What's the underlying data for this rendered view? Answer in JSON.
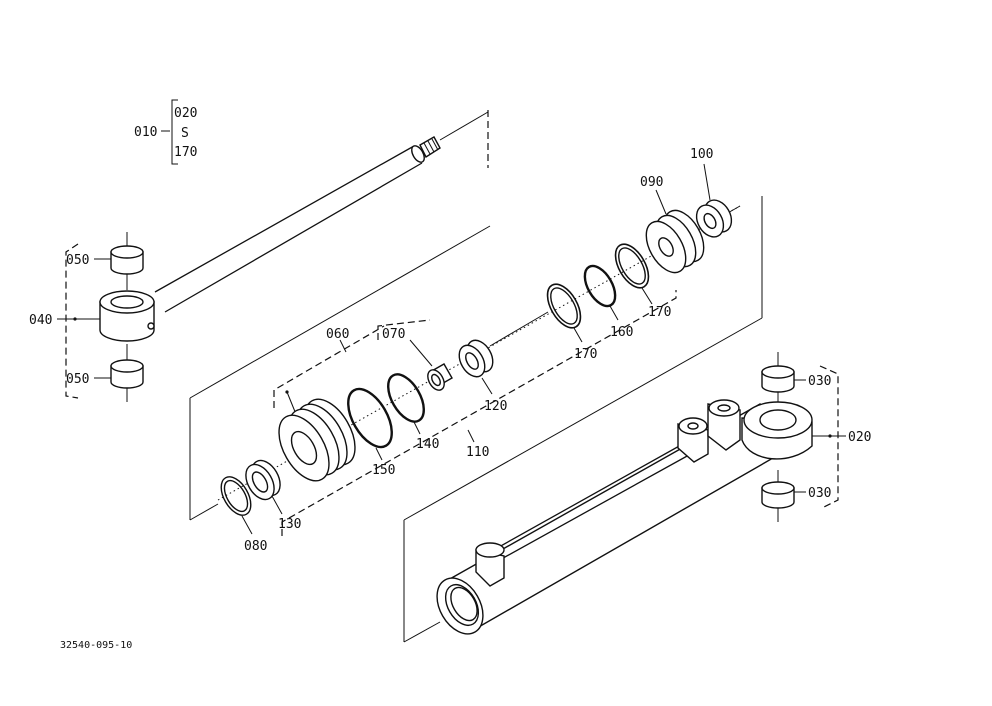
{
  "callouts": {
    "p010": "010",
    "p020_top": "020",
    "p170_range_end": "170",
    "p050_top": "050",
    "p050_bottom": "050",
    "p040": "040",
    "p060": "060",
    "p070": "070",
    "p080": "080",
    "p130": "130",
    "p150": "150",
    "p140": "140",
    "p110": "110",
    "p120": "120",
    "p170_mid": "170",
    "p160": "160",
    "p170_right": "170",
    "p090": "090",
    "p100": "100",
    "p030_top": "030",
    "p030_bottom": "030",
    "p020_right": "020"
  },
  "range_marker": "S",
  "drawing_code": "32540-095-10"
}
